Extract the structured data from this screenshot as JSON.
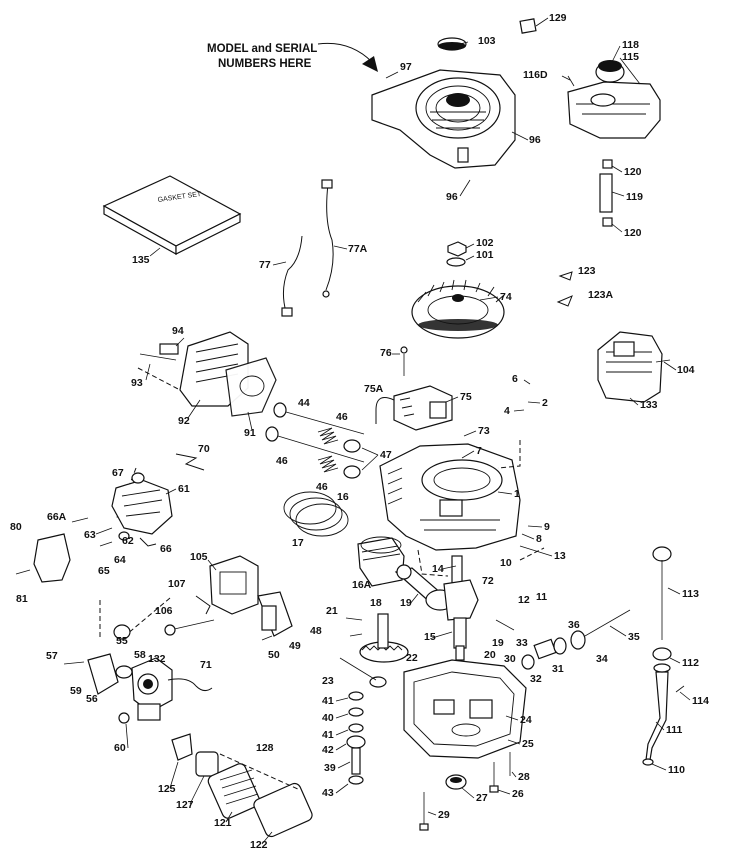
{
  "note": {
    "line1": "MODEL and SERIAL",
    "line2": "NUMBERS HERE"
  },
  "gasket_set_text": "GASKET SET",
  "labels": {
    "p1": "1",
    "p2": "2",
    "p4": "4",
    "p6": "6",
    "p7": "7",
    "p8": "8",
    "p9": "9",
    "p10": "10",
    "p11": "11",
    "p12": "12",
    "p13": "13",
    "p14": "14",
    "p15": "15",
    "p16": "16",
    "p16A": "16A",
    "p17": "17",
    "p18": "18",
    "p19a": "19",
    "p19b": "19",
    "p20": "20",
    "p21": "21",
    "p22": "22",
    "p23": "23",
    "p24": "24",
    "p25": "25",
    "p26": "26",
    "p27": "27",
    "p28": "28",
    "p29": "29",
    "p30": "30",
    "p31": "31",
    "p32": "32",
    "p33": "33",
    "p34": "34",
    "p35": "35",
    "p36": "36",
    "p39": "39",
    "p40": "40",
    "p41a": "41",
    "p41b": "41",
    "p42": "42",
    "p43": "43",
    "p44": "44",
    "p46a": "46",
    "p46b": "46",
    "p46c": "46",
    "p47": "47",
    "p48": "48",
    "p49": "49",
    "p50": "50",
    "p55": "55",
    "p56": "56",
    "p57": "57",
    "p58": "58",
    "p59": "59",
    "p60": "60",
    "p61": "61",
    "p62": "62",
    "p63": "63",
    "p64": "64",
    "p65": "65",
    "p66": "66",
    "p66A": "66A",
    "p67": "67",
    "p70": "70",
    "p71": "71",
    "p72": "72",
    "p73": "73",
    "p74": "74",
    "p75": "75",
    "p75A": "75A",
    "p76": "76",
    "p77": "77",
    "p77A": "77A",
    "p80": "80",
    "p81": "81",
    "p91": "91",
    "p92": "92",
    "p93": "93",
    "p94": "94",
    "p96a": "96",
    "p96b": "96",
    "p97": "97",
    "p101": "101",
    "p102": "102",
    "p103": "103",
    "p104": "104",
    "p105": "105",
    "p106": "106",
    "p107": "107",
    "p110": "110",
    "p111": "111",
    "p112": "112",
    "p113": "113",
    "p114": "114",
    "p115": "115",
    "p116D": "116D",
    "p118": "118",
    "p119": "119",
    "p120a": "120",
    "p120b": "120",
    "p121": "121",
    "p122": "122",
    "p123": "123",
    "p123A": "123A",
    "p125": "125",
    "p127": "127",
    "p128": "128",
    "p129": "129",
    "p132": "132",
    "p133": "133",
    "p135": "135"
  }
}
